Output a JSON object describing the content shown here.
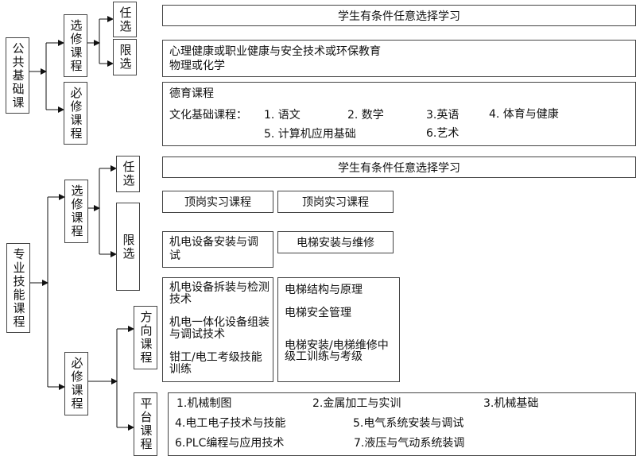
{
  "public": {
    "root": "公共基础课",
    "elective": "选修课程",
    "required": "必修课程",
    "free": "任选",
    "limited": "限选",
    "free_desc": "学生有条件任意选择学习",
    "limited_lines": [
      "心理健康或职业健康与安全技术或环保教育",
      "物理或化学"
    ],
    "moral": "德育课程",
    "culture_label": "文化基础课程：",
    "culture_items": [
      "1. 语文",
      "2. 数学",
      "3.英语",
      "4. 体育与健康",
      "5. 计算机应用基础",
      "6.艺术"
    ]
  },
  "professional": {
    "root": "专业技能课程",
    "elective": "选修课程",
    "required": "必修课程",
    "free": "任选",
    "limited": "限选",
    "direction": "方向课程",
    "platform": "平台课程",
    "free_desc": "学生有条件任意选择学习",
    "internship": [
      "顶岗实习课程",
      "顶岗实习课程"
    ],
    "limited_left": "机电设备安装与调试",
    "limited_right": "电梯安装与维修",
    "direction_left": [
      "机电设备拆装与检测技术",
      "机电一体化设备组装与调试技术",
      "钳工/电工考级技能训练"
    ],
    "direction_right": [
      "电梯结构与原理",
      "电梯安全管理",
      "电梯安装/电梯维修中级工训练与考级"
    ],
    "platform_items": [
      "1.机械制图",
      "2.金属加工与实训",
      "3.机械基础",
      "4.电工电子技术与技能",
      "5.电气系统安装与调试",
      "6.PLC编程与应用技术",
      "7.液压与气动系统装调"
    ]
  }
}
